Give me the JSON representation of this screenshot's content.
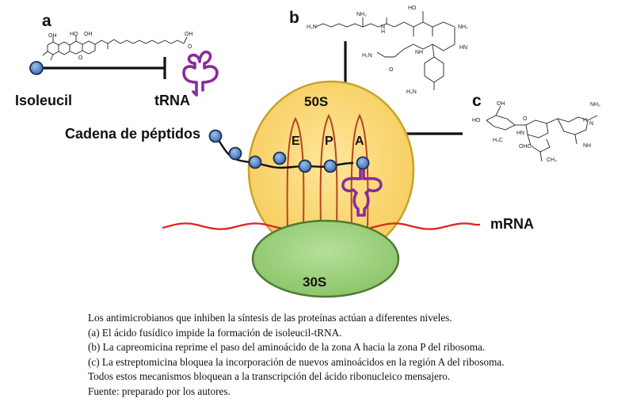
{
  "panels": {
    "a": "a",
    "b": "b",
    "c": "c"
  },
  "labels": {
    "isoleucil": "Isoleucil",
    "trna": "tRNA",
    "peptide_chain": "Cadena de péptidos",
    "subunit_large": "50S",
    "subunit_small": "30S",
    "site_e": "E",
    "site_p": "P",
    "site_a": "A",
    "mrna": "mRNA"
  },
  "chem_a": {
    "oh1": "OH",
    "oh2": "HO",
    "oh3": "OH",
    "o_ring": "O",
    "acid_oh": "OH",
    "acid_o": "O"
  },
  "chem_b": {
    "h2n_1": "H₂N",
    "nh2_top": "NH₂",
    "h": "H",
    "n": "N",
    "ho": "HO",
    "nh2_r": "NH₂",
    "h2n_urea": "H₂N",
    "hn": "HN",
    "nh": "NH",
    "o": "O",
    "h2n_bottom": "H₂N"
  },
  "chem_c": {
    "oh": "OH",
    "ho": "HO",
    "h3c": "H₃C",
    "ohc": "OHC",
    "ch3": "CH₃",
    "hn": "HN",
    "nh2": "NH₂",
    "nh": "NH",
    "o": "O",
    "n": "N",
    "h": "H"
  },
  "caption": {
    "line1": "Los antimicrobianos que inhiben la síntesis de las proteínas actúan a diferentes niveles.",
    "line2": "(a) El ácido fusídico impide la formación de isoleucil-tRNA.",
    "line3": "(b) La capreomicina reprime el paso del aminoácido de la zona A hacia la zona P del ribosoma.",
    "line4": "(c) La estreptomicina bloquea la incorporación de nuevos aminoácidos en la región A del ribosoma.",
    "line5": "Todos estos mecanismos bloquean a la transcripción del ácido ribonucleico mensajero.",
    "line6": "Fuente: preparado por los autores."
  },
  "colors": {
    "ribosome_large": "#fbd97a",
    "ribosome_large_border": "#c9a227",
    "ribosome_small": "#9fd27f",
    "ribosome_small_border": "#4f7a33",
    "mrna": "#e02222",
    "trna": "#8a2b9c",
    "amino_acid": "#4f7fc0",
    "site_loops": "#b5461f"
  }
}
